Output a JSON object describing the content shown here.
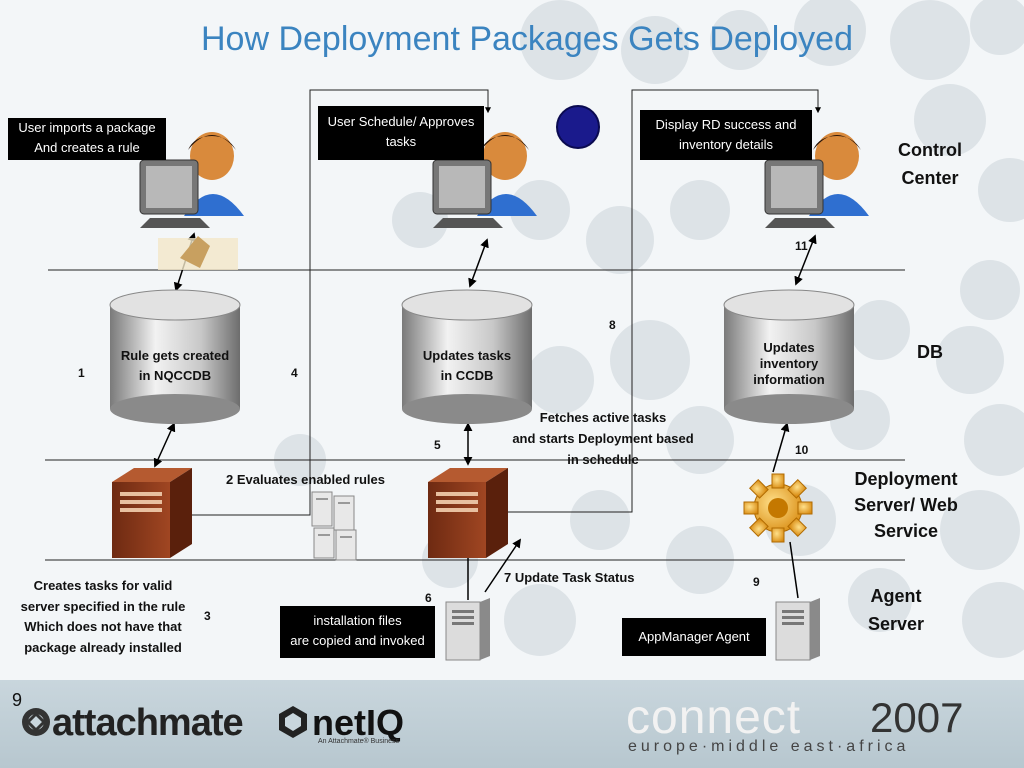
{
  "title": "How Deployment Packages Gets Deployed",
  "lanes": {
    "control_center": [
      "Control",
      "Center"
    ],
    "db": "DB",
    "deployment": [
      "Deployment",
      "Server/ Web",
      "Service"
    ],
    "agent": [
      "Agent",
      "Server"
    ]
  },
  "callouts": {
    "user_imports": [
      "User imports a package",
      "And creates a rule"
    ],
    "user_schedule": [
      "User Schedule/ Approves",
      "tasks"
    ],
    "display_rd": [
      "Display RD success and",
      "inventory details"
    ],
    "installation": [
      "installation files",
      "are copied and invoked"
    ],
    "appmanager": "AppManager Agent"
  },
  "databases": {
    "nqccdb": [
      "Rule gets created",
      "in NQCCDB"
    ],
    "ccdb": [
      "Updates tasks",
      "in CCDB"
    ],
    "inventory": [
      "Updates",
      "inventory",
      "information"
    ]
  },
  "labels": {
    "evaluates": "2  Evaluates enabled rules",
    "fetches": [
      "Fetches active tasks",
      "and starts Deployment based",
      "in schedule"
    ],
    "update_status": "7   Update Task Status",
    "creates_tasks": [
      "Creates tasks for valid",
      "server specified in the rule",
      "Which does not have that",
      "package already installed"
    ]
  },
  "step_numbers": {
    "n1": "1",
    "n3": "3",
    "n4": "4",
    "n5": "5",
    "n6": "6",
    "n8": "8",
    "n9": "9",
    "n10": "10",
    "n11": "11"
  },
  "footer": {
    "page_number": "9",
    "brand_attachmate": "attachmate",
    "brand_netiq": "netIQ",
    "brand_netiq_sub": "An Attachmate® Business",
    "brand_connect": "connect",
    "brand_year": "2007",
    "brand_region": "europe·middle east·africa"
  },
  "colors": {
    "title": "#3b84c0",
    "accent_dark_blue": "#1a1a8c",
    "server_brown": "#8b3a1e",
    "gear_orange": "#e8a020"
  }
}
